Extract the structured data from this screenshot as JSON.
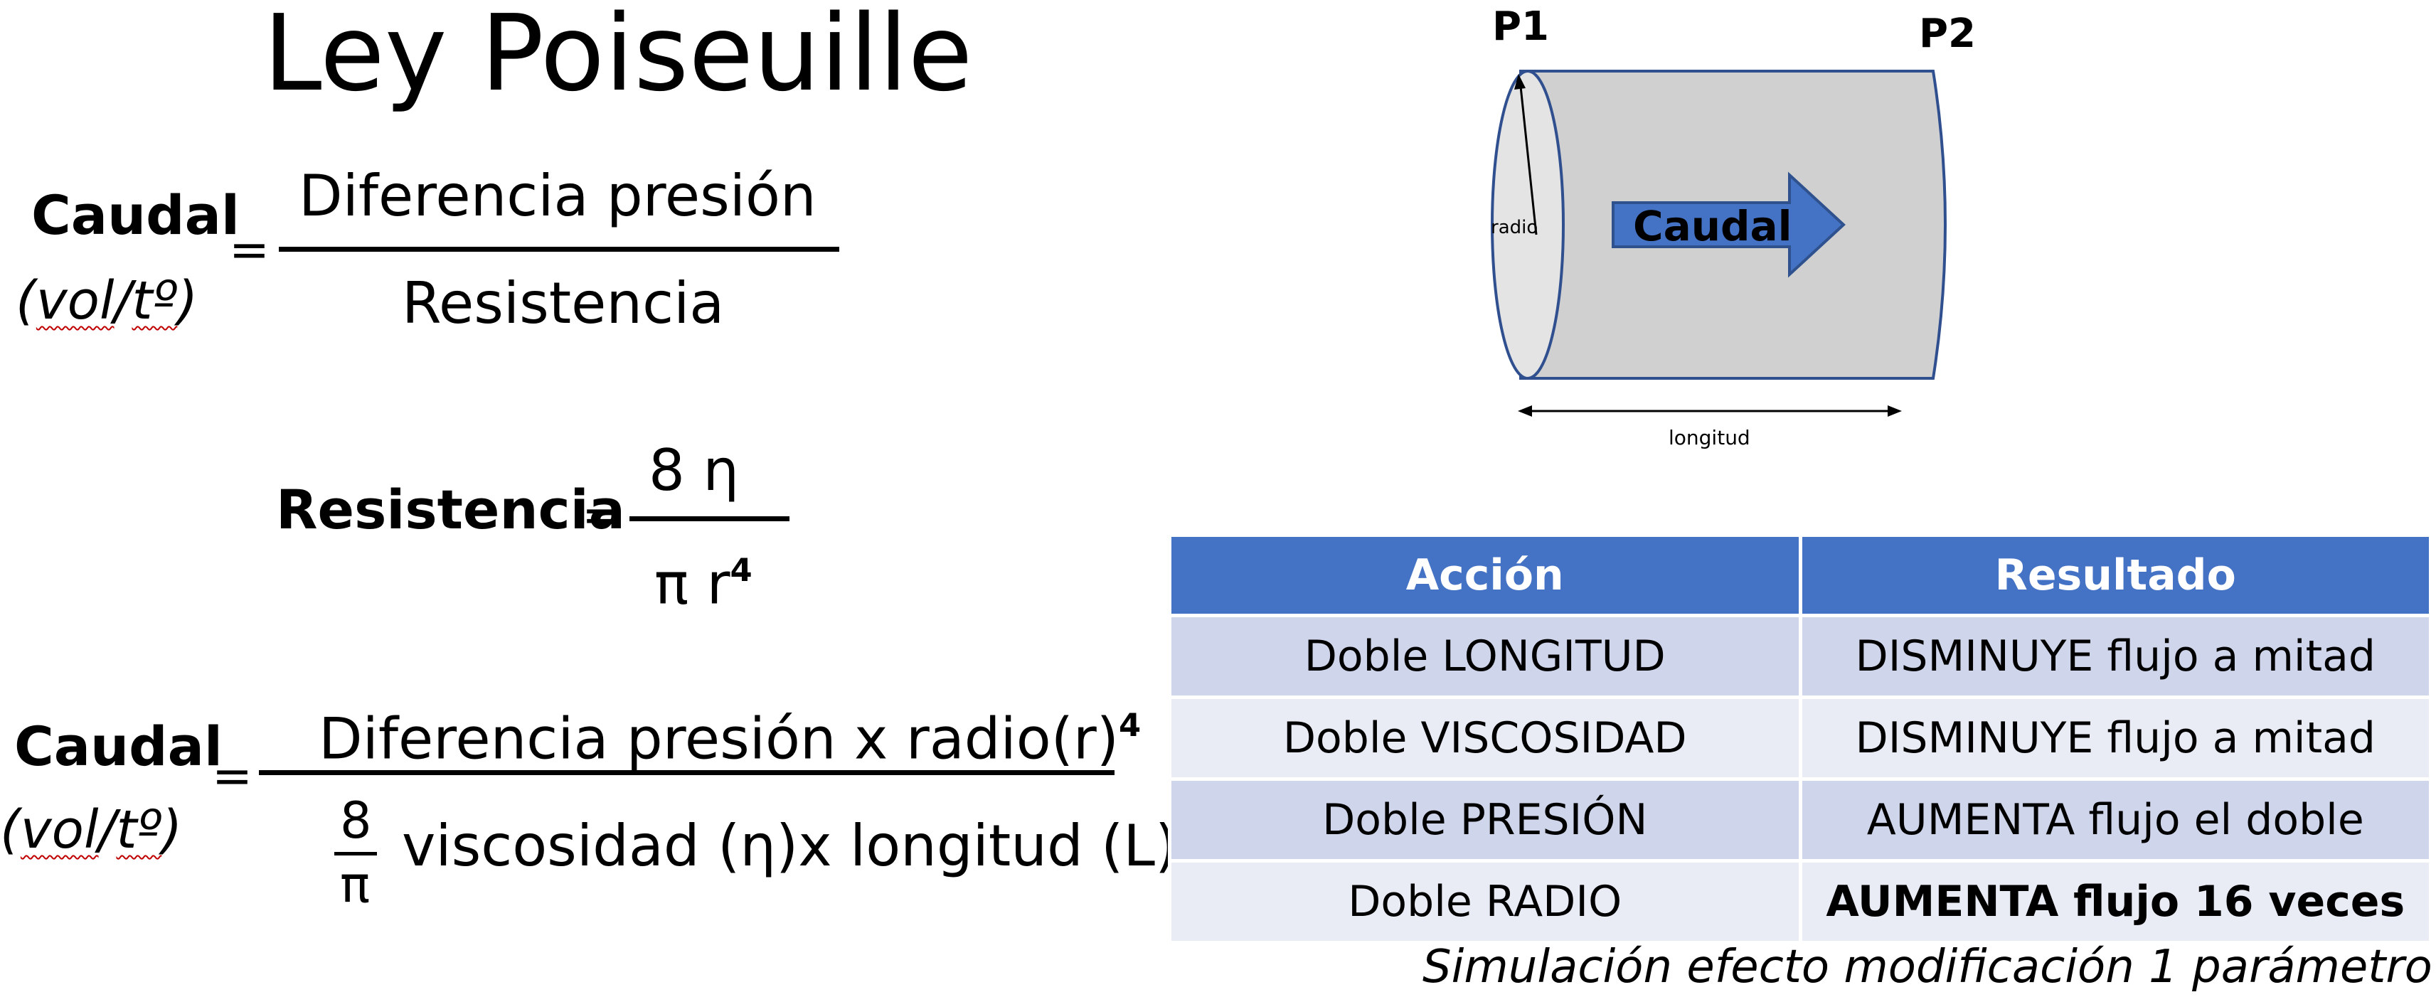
{
  "title": "Ley Poiseuille",
  "formula1": {
    "lhs": "Caudal",
    "unit_parts": [
      "(",
      "vol",
      "/",
      "tº",
      ")"
    ],
    "equals": "=",
    "numerator": "Diferencia presión",
    "denominator": "Resistencia"
  },
  "formula2": {
    "lhs": "Resistencia",
    "equals": "=",
    "numerator": "8 η",
    "denominator_base": "π r",
    "denominator_exp": "4"
  },
  "formula3": {
    "lhs": "Caudal",
    "unit_parts": [
      "(",
      "vol",
      "/",
      "tº",
      ")"
    ],
    "equals": "=",
    "numerator_base": "Diferencia presión x radio(r)",
    "numerator_exp": "4",
    "frac_top": "8",
    "frac_bottom": "π",
    "denominator_rest": "viscosidad (η)x longitud (L)"
  },
  "diagram": {
    "p1": "P1",
    "p2": "P2",
    "radio": "radio",
    "flow": "Caudal",
    "length": "longitud",
    "colors": {
      "tube": "#d0d0d0",
      "edge": "#2f4f8f",
      "arrow": "#4472c4",
      "arrow_edge": "#2f528f"
    }
  },
  "table": {
    "headers": [
      "Acción",
      "Resultado"
    ],
    "rows": [
      [
        "Doble LONGITUD",
        "DISMINUYE flujo a mitad"
      ],
      [
        "Doble VISCOSIDAD",
        "DISMINUYE flujo a mitad"
      ],
      [
        "Doble PRESIÓN",
        "AUMENTA flujo el doble"
      ],
      [
        "Doble RADIO",
        "AUMENTA flujo 16 veces"
      ]
    ],
    "colors": {
      "header": "#4472c4",
      "row_odd": "#cfd5ea",
      "row_even": "#e9ebf5"
    }
  },
  "caption": "Simulación efecto modificación 1 parámetro"
}
